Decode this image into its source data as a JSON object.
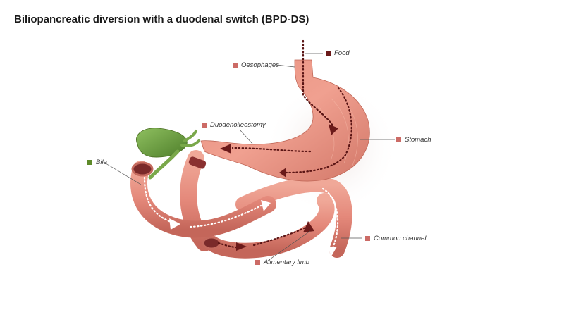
{
  "title": "Biliopancreatic diversion with a duodenal switch (BPD-DS)",
  "labels": {
    "food": "Food",
    "oesophages": "Oesophages",
    "duodenoileostomy": "Duodenoileostomy",
    "stomach": "Stomach",
    "bile": "Bile",
    "common_channel": "Common channel",
    "alimentary_limb": "Alimentary limb"
  },
  "colors": {
    "food": "#6b1a1a",
    "organ": "#cc6b66",
    "bile": "#5e8a2a",
    "tissue": "#e89a8a",
    "tissue_dark": "#c46a5e",
    "gallbladder": "#6ba040"
  }
}
